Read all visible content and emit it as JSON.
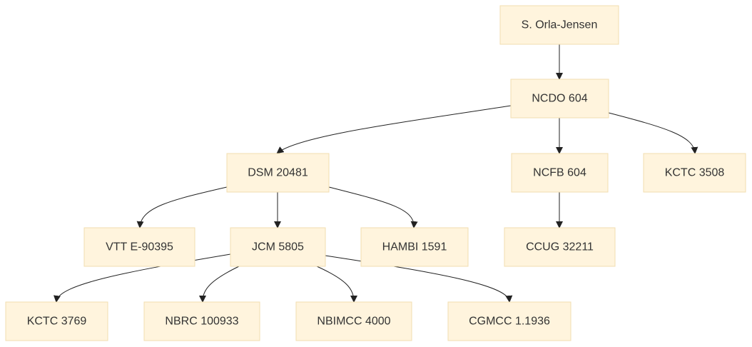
{
  "diagram": {
    "nodes": {
      "orla": "S. Orla-Jensen",
      "ncdo": "NCDO 604",
      "dsm": "DSM 20481",
      "ncfb": "NCFB 604",
      "kctc3508": "KCTC 3508",
      "vtt": "VTT E-90395",
      "jcm": "JCM 5805",
      "hambi": "HAMBI 1591",
      "ccug": "CCUG 32211",
      "kctc3769": "KCTC 3769",
      "nbrc": "NBRC 100933",
      "nbimcc": "NBIMCC 4000",
      "cgmcc": "CGMCC 1.1936"
    },
    "edges": [
      [
        "orla",
        "ncdo"
      ],
      [
        "ncdo",
        "dsm"
      ],
      [
        "ncdo",
        "ncfb"
      ],
      [
        "ncdo",
        "kctc3508"
      ],
      [
        "dsm",
        "vtt"
      ],
      [
        "dsm",
        "jcm"
      ],
      [
        "dsm",
        "hambi"
      ],
      [
        "ncfb",
        "ccug"
      ],
      [
        "jcm",
        "kctc3769"
      ],
      [
        "jcm",
        "nbrc"
      ],
      [
        "jcm",
        "nbimcc"
      ],
      [
        "jcm",
        "cgmcc"
      ]
    ]
  }
}
